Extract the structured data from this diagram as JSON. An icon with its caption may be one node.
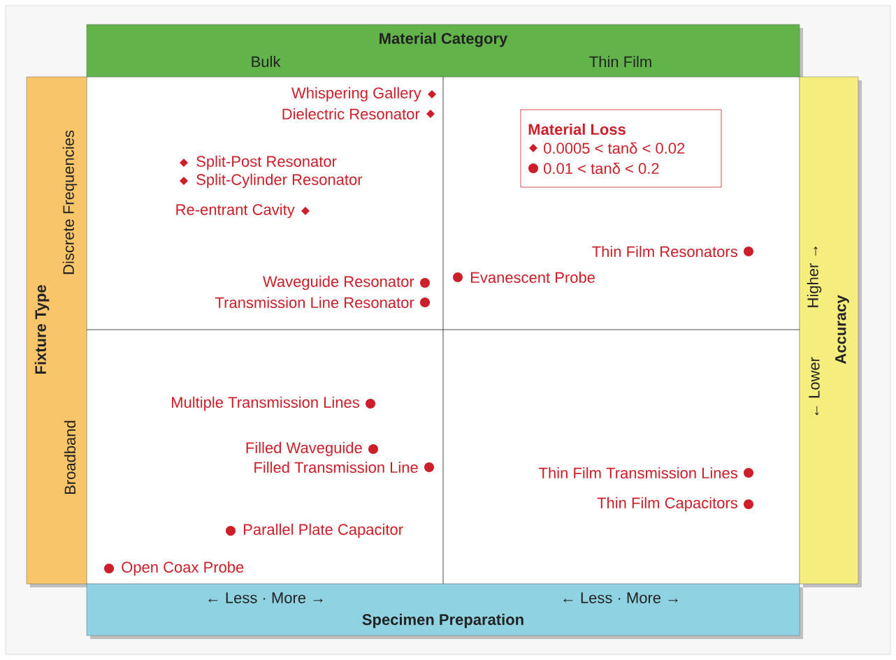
{
  "diagram": {
    "nodes": [
      {
        "text": [
          "Material Category",
          "Bulk",
          "Thin Film"
        ]
      },
      {
        "text": [
          "Fixture Type",
          "Discrete Frequencies",
          "Broadband"
        ]
      },
      {
        "text": [
          "Accuracy",
          "Higher →",
          "← Lower"
        ]
      },
      {
        "text": [
          "← Less · More →",
          "← Less · More →",
          "Specimen Preparation"
        ]
      }
    ],
    "labels": [
      "Whispering Gallery",
      "Dielectric Resonator",
      "Material Loss",
      "Split-Post Resonator",
      "Split-Cylinder Resonator",
      "Re-entrant Cavity",
      "Thin Film Resonators",
      "Evanescent Probe",
      "Waveguide Resonator",
      "Transmission Line Resonator",
      "Multiple Transmission Lines",
      "Filled Waveguide",
      "Filled Transmission Line",
      "Thin Film Transmission Lines",
      "Thin Film Capacitors",
      "Parallel Plate Capacitor",
      "Open Coax Probe"
    ],
    "legend": [
      {
        "text": "0.0005 < tanδ  < 0.02"
      },
      {
        "text": "0.01 < tanδ  < 0.2"
      }
    ]
  }
}
